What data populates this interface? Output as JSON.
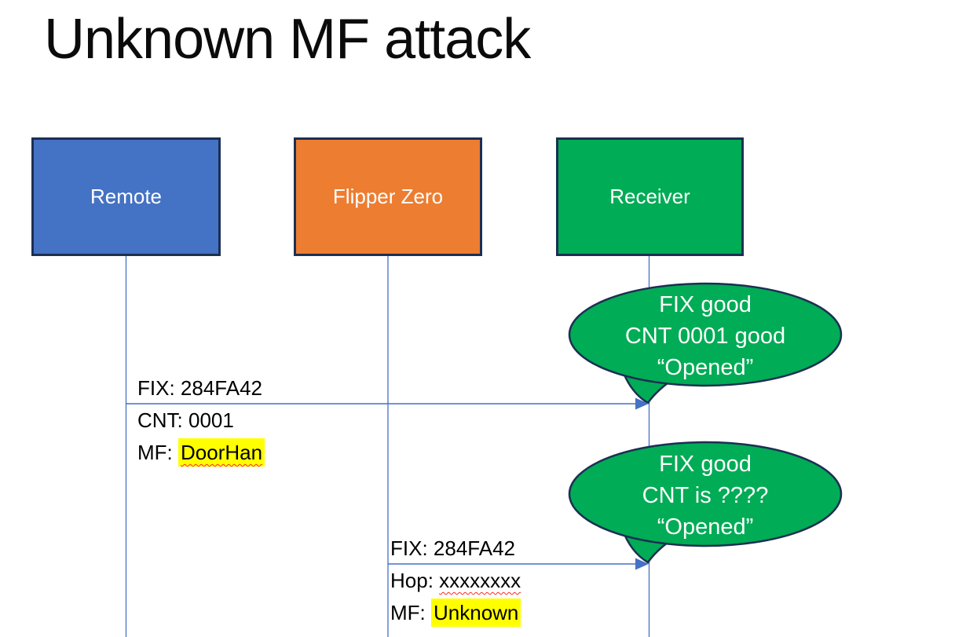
{
  "slide": {
    "title": "Unknown MF attack"
  },
  "colors": {
    "remote_fill": "#4472C4",
    "flipper_fill": "#ED7D31",
    "receiver_fill": "#00AC55",
    "bubble_fill": "#00AC55",
    "shape_border": "#1C2F52",
    "line_blue": "#4472C4",
    "highlight_yellow": "#FFFF00",
    "squiggle_red": "#FF2B1E",
    "text_light": "#FFFFFF",
    "text_dark": "#000000"
  },
  "actors": [
    {
      "label": "Remote"
    },
    {
      "label": "Flipper Zero"
    },
    {
      "label": "Receiver"
    }
  ],
  "callouts": [
    {
      "lines": [
        "FIX good",
        "CNT 0001 good",
        "“Opened”"
      ]
    },
    {
      "lines": [
        "FIX good",
        "CNT is ????",
        "“Opened”"
      ]
    }
  ],
  "messages": [
    {
      "from": "Remote",
      "to": "Receiver",
      "lines": [
        {
          "prefix": "FIX: ",
          "value": "284FA42",
          "highlight": false,
          "squiggle": false
        },
        {
          "prefix": "CNT: ",
          "value": "0001",
          "highlight": false,
          "squiggle": false
        },
        {
          "prefix": "MF: ",
          "value": "DoorHan",
          "highlight": true,
          "squiggle": true
        }
      ]
    },
    {
      "from": "Flipper Zero",
      "to": "Receiver",
      "lines": [
        {
          "prefix": "FIX: ",
          "value": "284FA42",
          "highlight": false,
          "squiggle": false
        },
        {
          "prefix": "Hop: ",
          "value": "xxxxxxxx",
          "highlight": false,
          "squiggle": true
        },
        {
          "prefix": "MF: ",
          "value": "Unknown",
          "highlight": true,
          "squiggle": false
        }
      ]
    }
  ]
}
